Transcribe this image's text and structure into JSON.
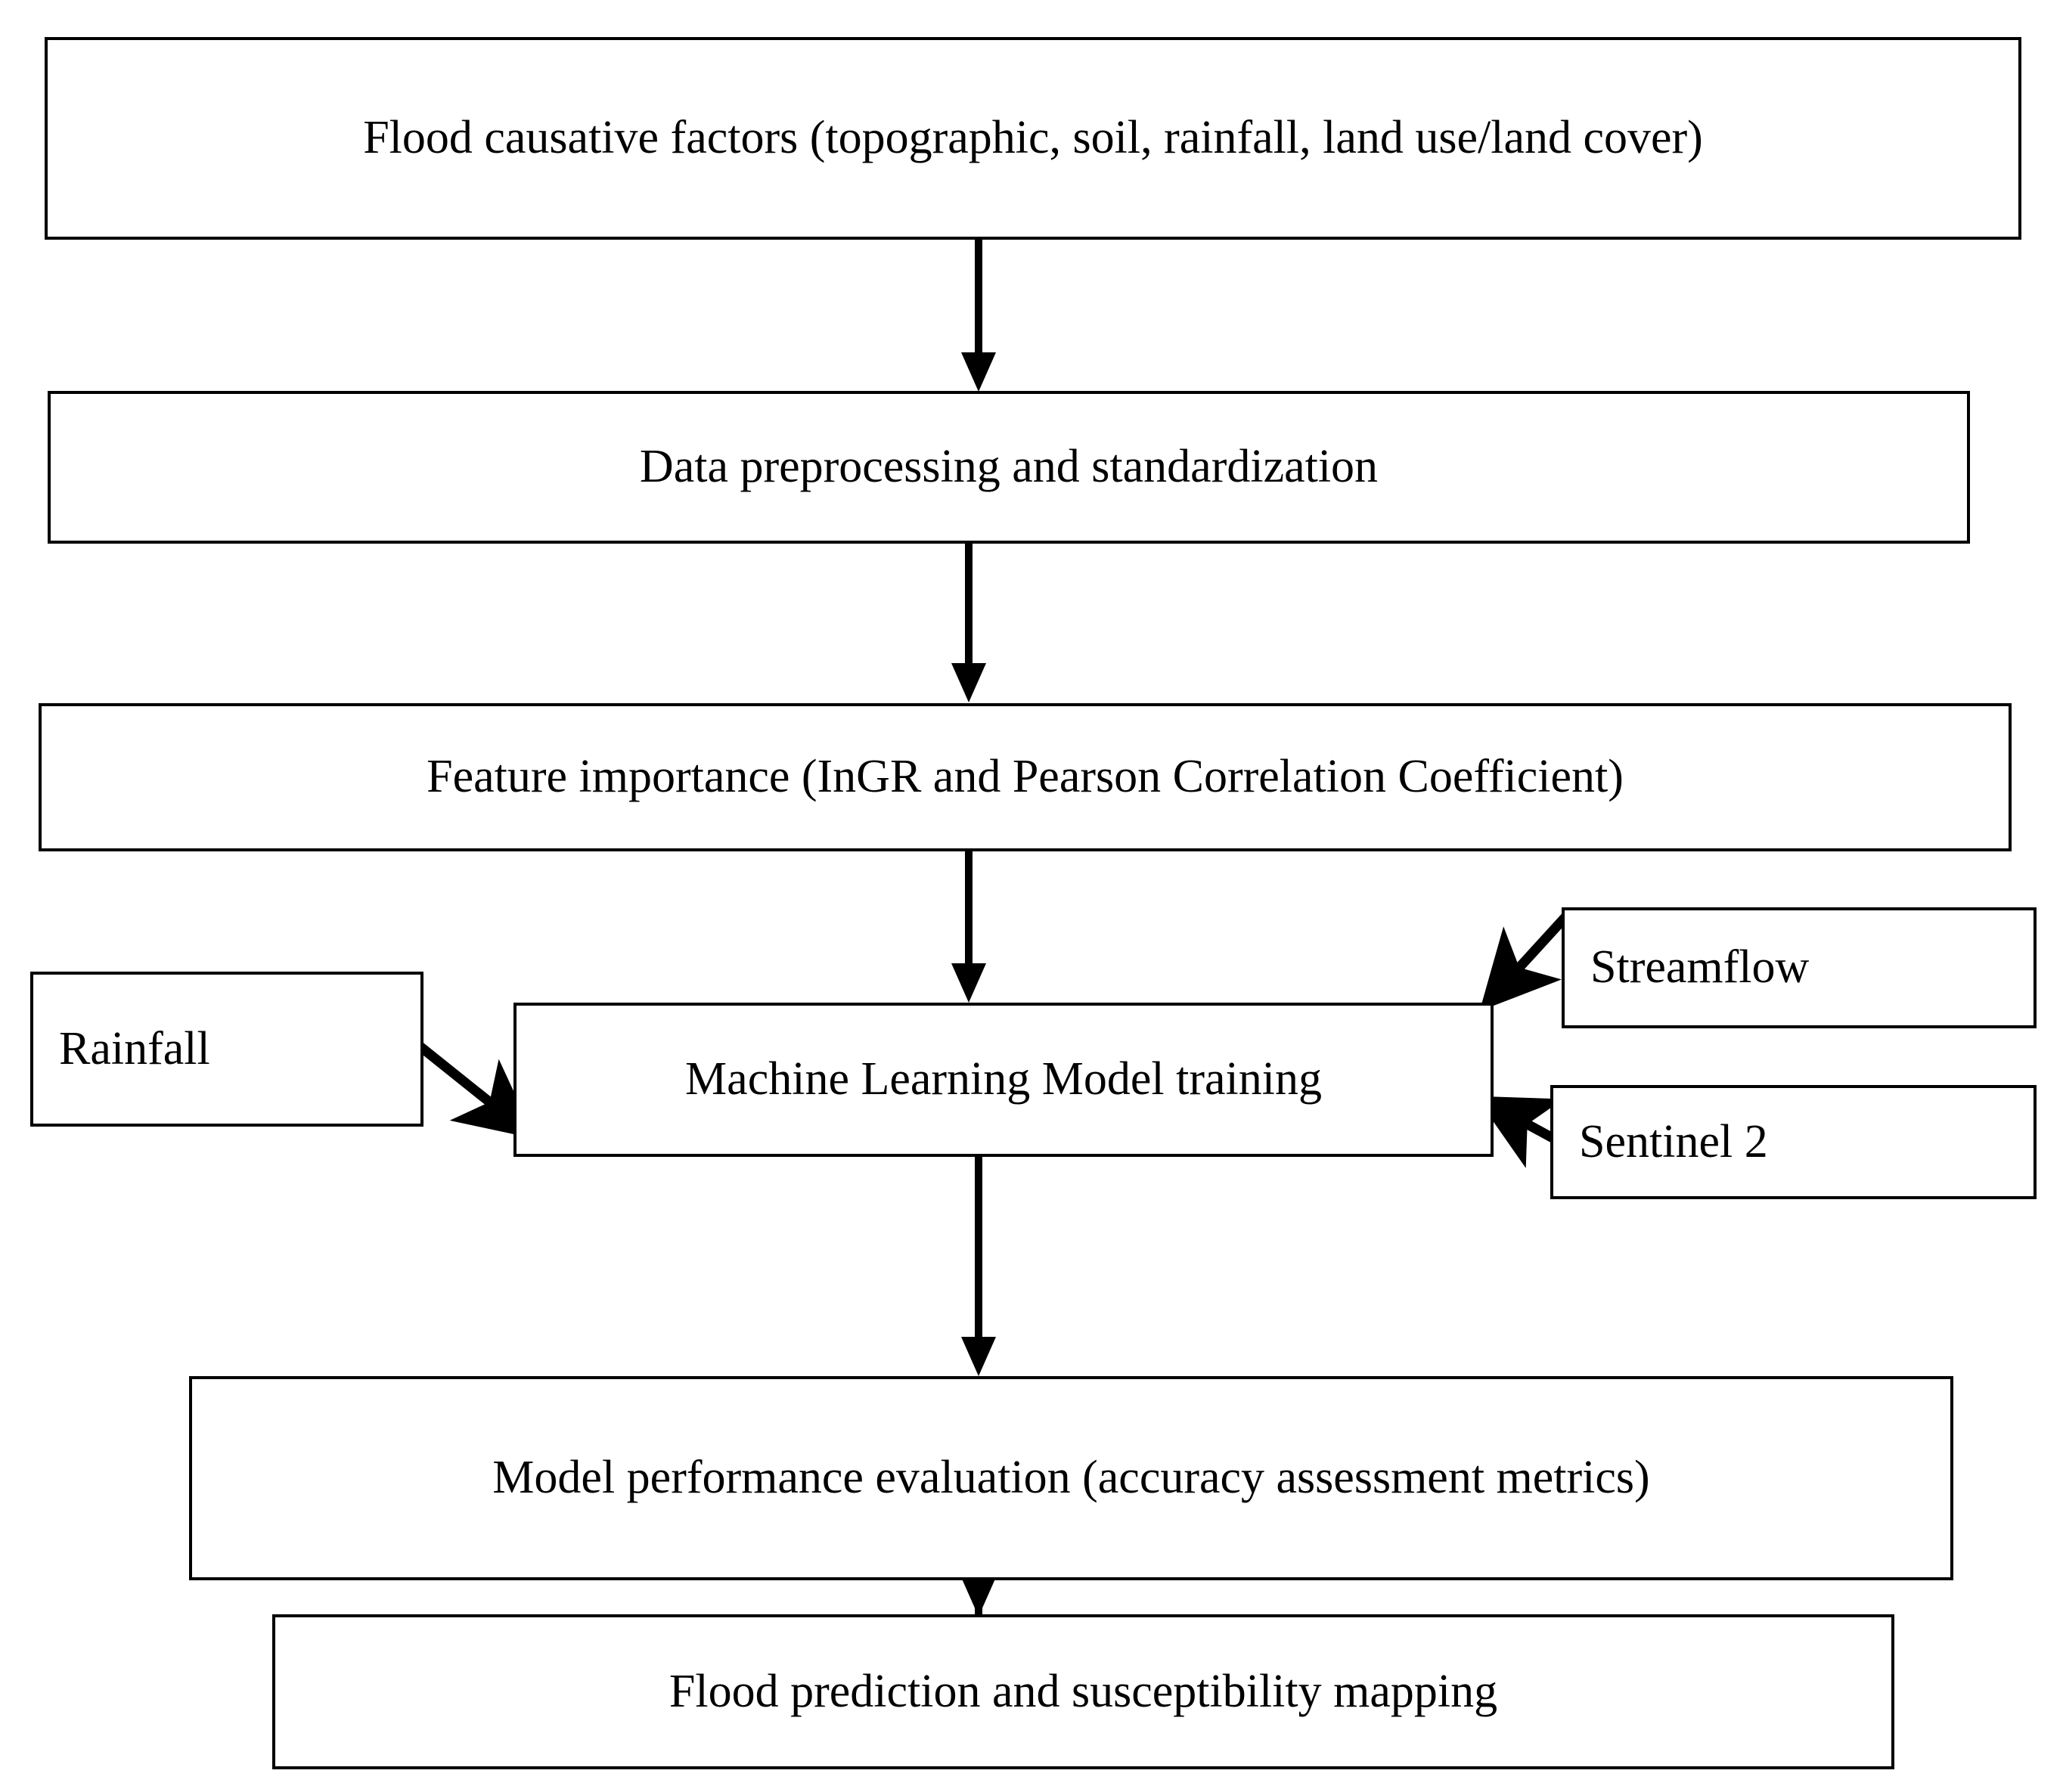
{
  "diagram": {
    "type": "flowchart",
    "title": "",
    "orientation": "top-to-bottom",
    "nodes": [
      {
        "id": "causative",
        "label": "Flood causative factors (topographic, soil, rainfall, land use/land cover)",
        "align": "center"
      },
      {
        "id": "preprocess",
        "label": "Data preprocessing and standardization",
        "align": "center"
      },
      {
        "id": "importance",
        "label": "Feature importance (InGR and Pearson Correlation Coefficient)",
        "align": "center"
      },
      {
        "id": "rainfall",
        "label": "Rainfall",
        "align": "left"
      },
      {
        "id": "training",
        "label": "Machine Learning Model training",
        "align": "center"
      },
      {
        "id": "streamflow",
        "label": "Streamflow",
        "align": "left"
      },
      {
        "id": "sentinel2",
        "label": "Sentinel 2",
        "align": "left"
      },
      {
        "id": "evaluation",
        "label": "Model performance evaluation (accuracy assessment metrics)",
        "align": "center"
      },
      {
        "id": "prediction",
        "label": "Flood prediction and susceptibility mapping",
        "align": "center"
      }
    ],
    "edges": [
      {
        "from": "causative",
        "to": "preprocess",
        "style": "vertical-arrow"
      },
      {
        "from": "preprocess",
        "to": "importance",
        "style": "vertical-arrow"
      },
      {
        "from": "importance",
        "to": "training",
        "style": "vertical-arrow"
      },
      {
        "from": "rainfall",
        "to": "training",
        "style": "diagonal-arrow"
      },
      {
        "from": "streamflow",
        "to": "training",
        "style": "diagonal-arrow"
      },
      {
        "from": "sentinel2",
        "to": "training",
        "style": "diagonal-arrow"
      },
      {
        "from": "training",
        "to": "evaluation",
        "style": "vertical-arrow"
      },
      {
        "from": "evaluation",
        "to": "prediction",
        "style": "vertical-arrow"
      }
    ],
    "colors": {
      "background": "#ffffff",
      "stroke": "#000000",
      "text": "#000000",
      "fill": "#ffffff"
    }
  }
}
